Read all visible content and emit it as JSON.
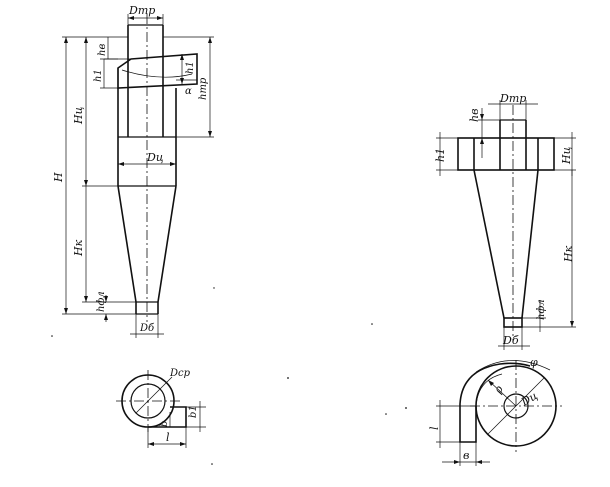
{
  "left_view": {
    "labels": {
      "d_tr": "Dтр",
      "h_v": "hв",
      "h1_outer": "h1",
      "h1_inner": "h1",
      "alpha": "α",
      "h_tr": "hтр",
      "h_ts": "Hц",
      "d_ts": "Dц",
      "h_total": "H",
      "h_k": "Hк",
      "h_fl": "hфл",
      "d_b": "Dб"
    }
  },
  "left_plan": {
    "labels": {
      "d_sr": "Dср",
      "b1": "b1",
      "b": "b",
      "l": "l"
    }
  },
  "right_view": {
    "labels": {
      "h_v": "hв",
      "d_tr": "Dтр",
      "h1": "h1",
      "h_ts": "Hц",
      "h_k": "Hк",
      "h_fl": "hфл",
      "d_b": "Dб"
    }
  },
  "right_plan": {
    "labels": {
      "phi": "φ",
      "rho": "ρ",
      "d_ts": "Dц",
      "l": "l",
      "b": "в"
    }
  }
}
